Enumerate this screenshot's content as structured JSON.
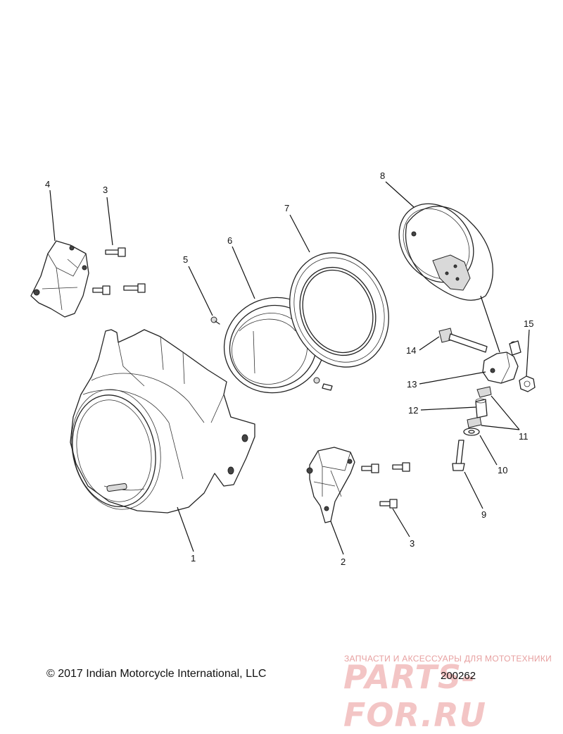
{
  "callouts": {
    "c1": "1",
    "c2": "2",
    "c3a": "3",
    "c3b": "3",
    "c4": "4",
    "c5": "5",
    "c6": "6",
    "c7": "7",
    "c8": "8",
    "c9": "9",
    "c10": "10",
    "c11": "11",
    "c12": "12",
    "c13": "13",
    "c14": "14",
    "c15": "15"
  },
  "footer": {
    "copyright": "© 2017 Indian Motorcycle International, LLC",
    "figure_number": "200262"
  },
  "watermark": {
    "tagline": "ЗАПЧАСТИ И АКСЕССУАРЫ ДЛЯ МОТОТЕХНИКИ",
    "logo": "PARTS-FOR.RU"
  }
}
